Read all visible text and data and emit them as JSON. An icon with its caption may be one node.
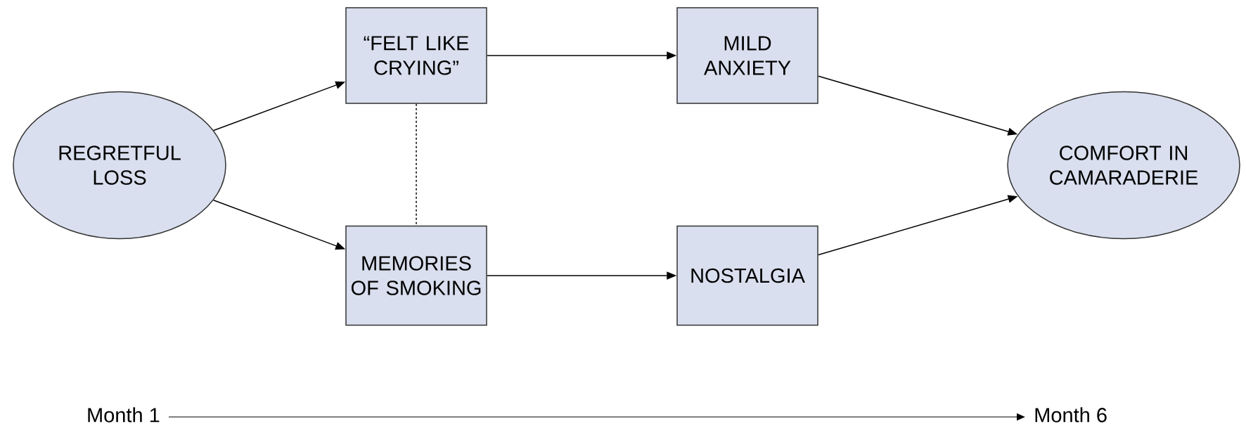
{
  "diagram": {
    "nodes": [
      {
        "text": [
          "REGRETFUL LOSS"
        ]
      },
      {
        "text": [
          "“FELT LIKE CRYING”"
        ]
      },
      {
        "text": [
          "MEMORIES OF SMOKING"
        ]
      },
      {
        "text": [
          "MILD ANXIETY"
        ]
      },
      {
        "text": [
          "NOSTALGIA"
        ]
      },
      {
        "text": [
          "COMFORT IN CAMARADERIE"
        ]
      }
    ],
    "edges": [
      {
        "from": 0,
        "to": 1,
        "arrow": "to"
      },
      {
        "from": 0,
        "to": 2,
        "arrow": "to"
      },
      {
        "from": 1,
        "to": 3,
        "arrow": "to"
      },
      {
        "from": 2,
        "to": 4,
        "arrow": "to"
      },
      {
        "from": 3,
        "to": 5,
        "arrow": "to"
      },
      {
        "from": 4,
        "to": 5,
        "arrow": "to"
      },
      {
        "from": 1,
        "to": 2,
        "arrow": "none",
        "style": "dashed"
      }
    ],
    "labels": [
      "Month 1",
      "Month 6"
    ]
  }
}
